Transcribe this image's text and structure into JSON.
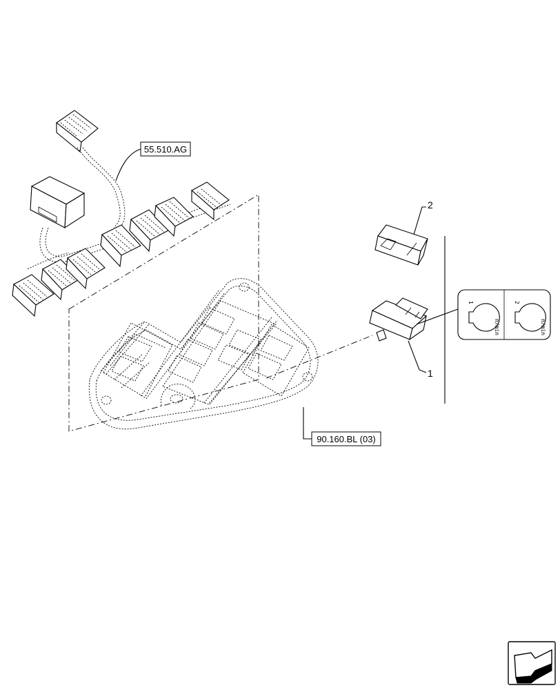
{
  "callouts": {
    "harness_ref": "55.510.AG",
    "console_ref": "90.160.BL (03)",
    "item_1": "1",
    "item_2": "2"
  },
  "decal": {
    "left_number": "1",
    "left_unit": "n/min",
    "right_number": "2",
    "right_unit": "n/min"
  },
  "nav_icon": "next-page-arrow-icon"
}
